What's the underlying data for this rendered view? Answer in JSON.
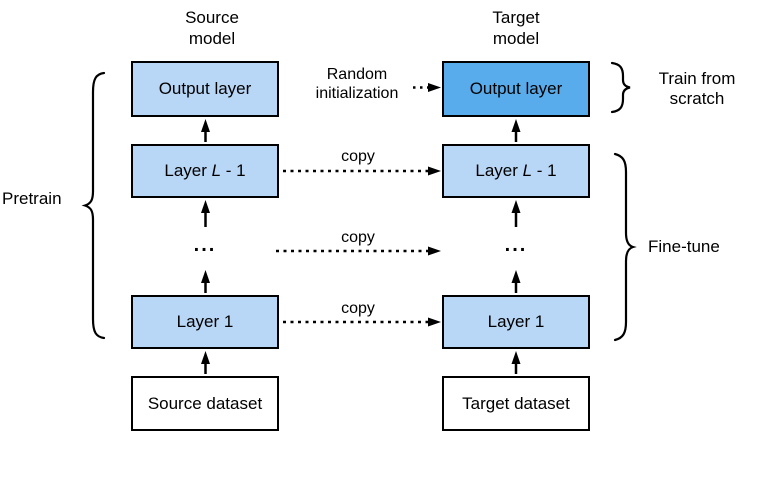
{
  "source_column": {
    "title_line1": "Source",
    "title_line2": "model",
    "output_layer": "Output layer",
    "layer_l1": {
      "pre": "Layer ",
      "var": "L",
      "post": " - 1"
    },
    "ellipsis": "...",
    "layer_1": "Layer 1",
    "dataset": "Source dataset"
  },
  "target_column": {
    "title_line1": "Target",
    "title_line2": "model",
    "output_layer": "Output layer",
    "layer_l1": {
      "pre": "Layer ",
      "var": "L",
      "post": " - 1"
    },
    "ellipsis": "...",
    "layer_1": "Layer 1",
    "dataset": "Target dataset"
  },
  "annotations": {
    "pretrain": "Pretrain",
    "random_init_line1": "Random",
    "random_init_line2": "initialization",
    "copy": "copy",
    "train_from_scratch_line1": "Train from",
    "train_from_scratch_line2": "scratch",
    "fine_tune": "Fine-tune"
  },
  "colors": {
    "light_blue": "#B8D6F5",
    "dark_blue": "#58ACEC",
    "stroke": "#000000",
    "background": "#FFFFFF"
  }
}
